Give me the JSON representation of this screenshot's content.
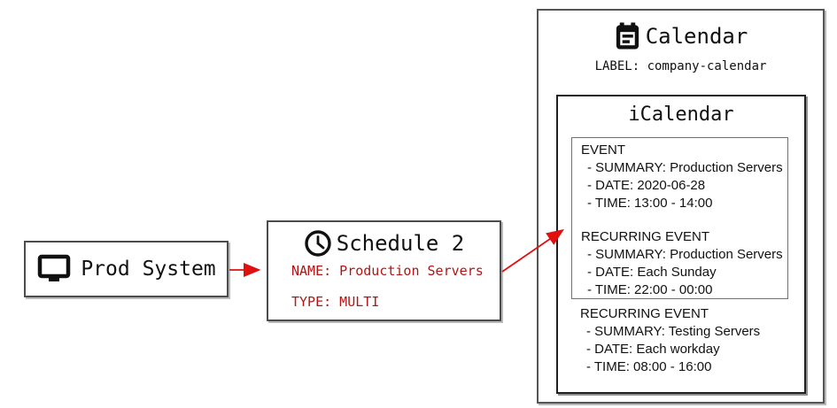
{
  "prod_system": {
    "title": "Prod System",
    "icon": "monitor-icon"
  },
  "schedule": {
    "title": "Schedule 2",
    "icon": "clock-icon",
    "name_label": "NAME: Production Servers",
    "type_label": "TYPE: MULTI"
  },
  "calendar": {
    "title": "Calendar",
    "icon": "calendar-icon",
    "label": "LABEL: company-calendar",
    "icalendar": {
      "title": "iCalendar",
      "events": [
        {
          "kind": "EVENT",
          "lines": [
            "- SUMMARY: Production Servers",
            "- DATE: 2020-06-28",
            "- TIME: 13:00 - 14:00"
          ],
          "highlighted": true
        },
        {
          "kind": "RECURRING EVENT",
          "lines": [
            "- SUMMARY: Production Servers",
            "- DATE: Each Sunday",
            "- TIME: 22:00 - 00:00"
          ],
          "highlighted": true
        },
        {
          "kind": "RECURRING EVENT",
          "lines": [
            "- SUMMARY: Testing Servers",
            "- DATE: Each workday",
            "- TIME: 08:00 - 16:00"
          ],
          "highlighted": false
        }
      ]
    }
  },
  "connections": [
    {
      "from": "prod-system",
      "to": "schedule-2"
    },
    {
      "from": "schedule-2",
      "to": "icalendar-highlighted-events"
    }
  ],
  "colors": {
    "arrow_red": "#e01010",
    "red_text": "#b31515",
    "highlight_border": "#e53e3e",
    "box_border": "#4c4c4c"
  }
}
